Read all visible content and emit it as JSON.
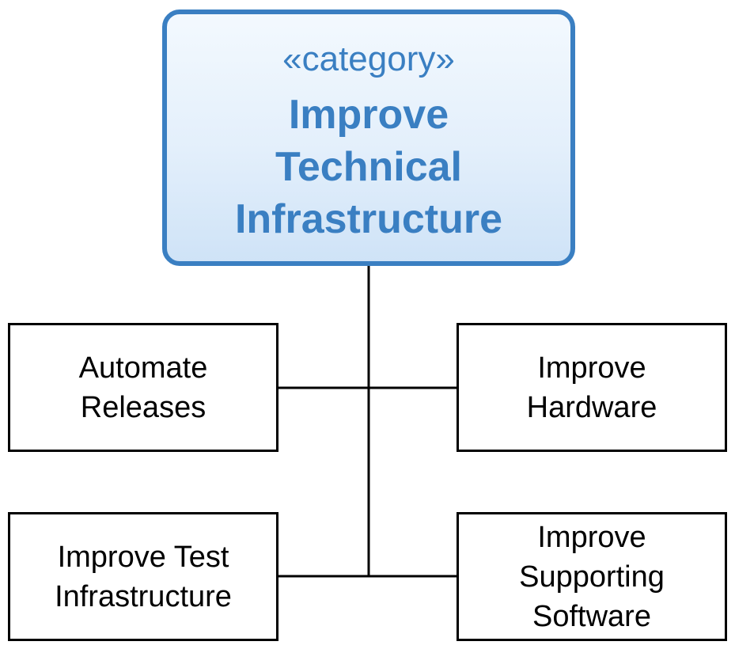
{
  "root": {
    "stereotype": "«category»",
    "title_lines": [
      "Improve",
      "Technical",
      "Infrastructure"
    ]
  },
  "children": [
    {
      "lines": [
        "Automate",
        "Releases"
      ]
    },
    {
      "lines": [
        "Improve",
        "Hardware"
      ]
    },
    {
      "lines": [
        "Improve Test",
        "Infrastructure"
      ]
    },
    {
      "lines": [
        "Improve",
        "Supporting",
        "Software"
      ]
    }
  ],
  "colors": {
    "accent": "#3a7fc2",
    "line": "#000000"
  }
}
